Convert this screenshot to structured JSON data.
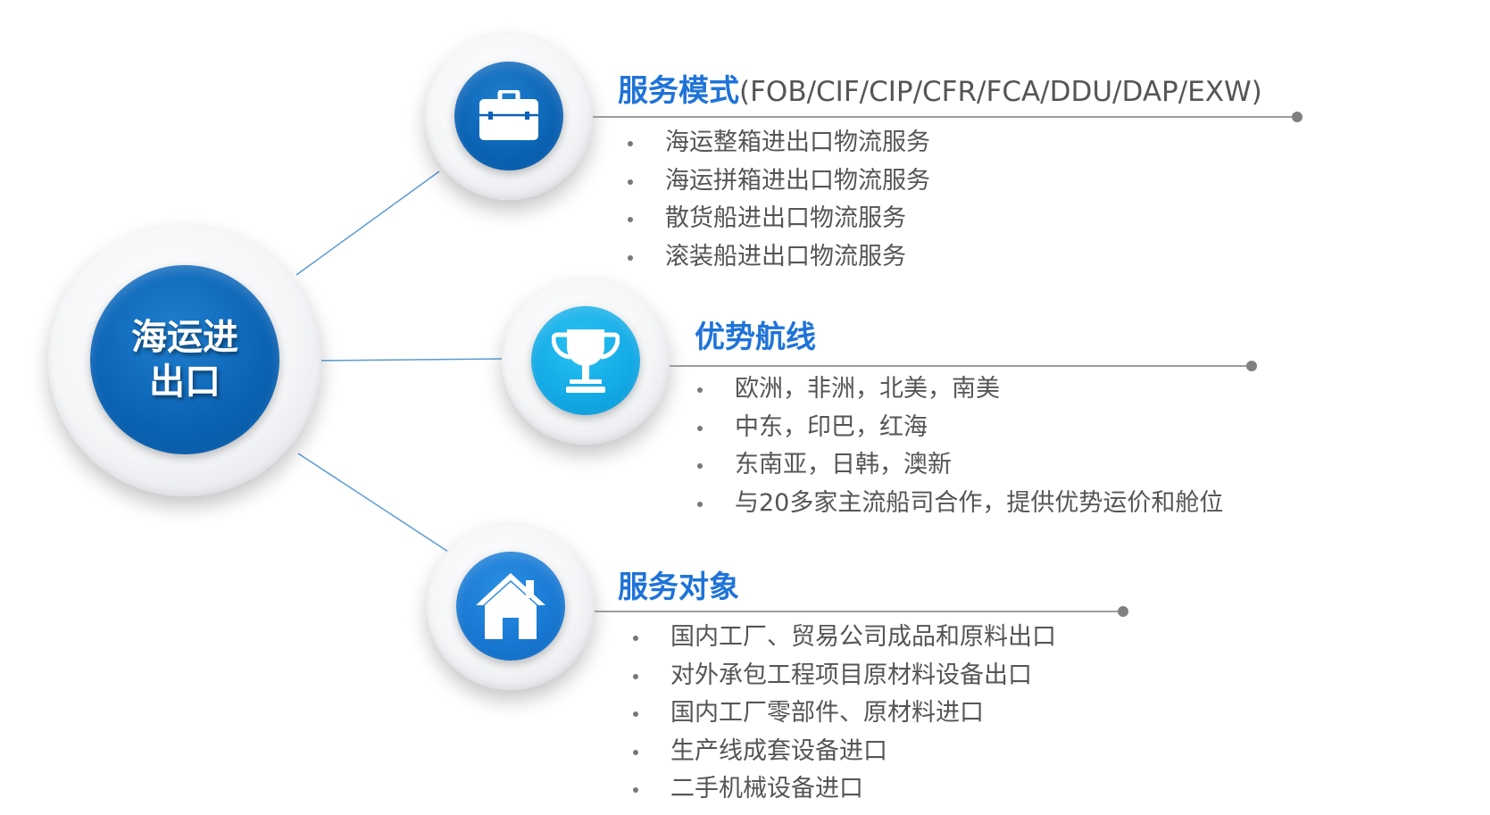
{
  "hub": {
    "line1": "海运进",
    "line2": "出口"
  },
  "sections": [
    {
      "icon": "briefcase-icon",
      "title": "服务模式",
      "title_suffix": "(FOB/CIF/CIP/CFR/FCA/DDU/DAP/EXW)",
      "items": [
        "海运整箱进出口物流服务",
        "海运拼箱进出口物流服务",
        "散货船进出口物流服务",
        "滚装船进出口物流服务"
      ]
    },
    {
      "icon": "trophy-icon",
      "title": "优势航线",
      "items": [
        "欧洲，非洲，北美，南美",
        "中东，印巴，红海",
        "东南亚，日韩，澳新",
        "与20多家主流船司合作，提供优势运价和舱位"
      ]
    },
    {
      "icon": "house-icon",
      "title": "服务对象",
      "items": [
        "国内工厂、贸易公司成品和原料出口",
        "对外承包工程项目原材料设备出口",
        "国内工厂零部件、原材料进口",
        "生产线成套设备进口",
        "二手机械设备进口"
      ]
    }
  ],
  "colors": {
    "title_blue": "#1f73d8",
    "hub_blue": "#0b62b3",
    "trophy_blue": "#12a9e6",
    "text_gray": "#555555"
  }
}
